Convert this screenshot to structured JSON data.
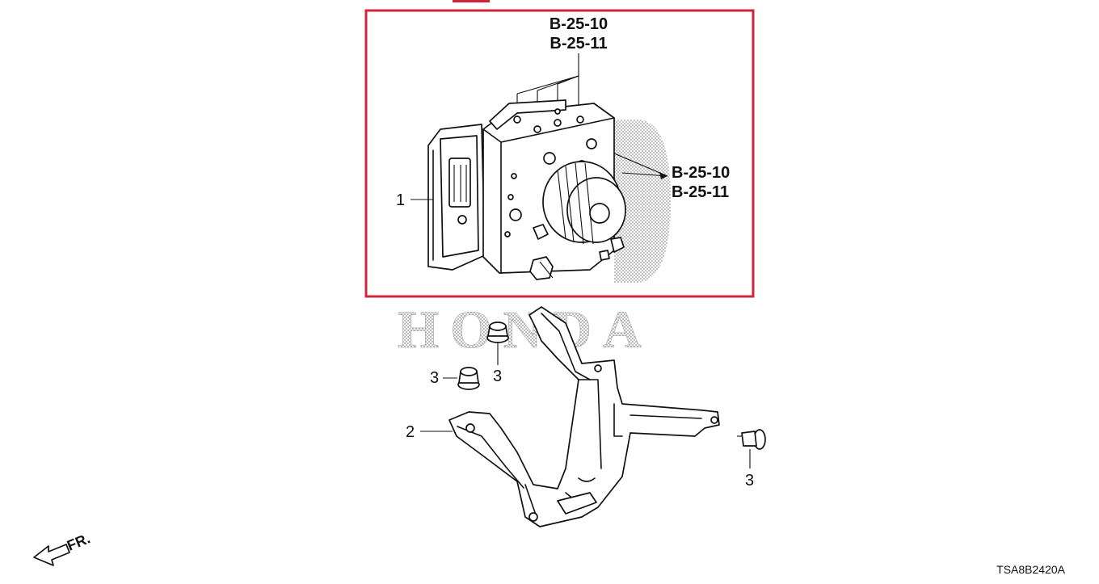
{
  "diagram": {
    "watermark": "HONDA",
    "highlight_color": "#d0243a",
    "ref_top": [
      "B-25-10",
      "B-25-11"
    ],
    "ref_right": [
      "B-25-10",
      "B-25-11"
    ],
    "callouts": {
      "modulator": "1",
      "bracket": "2",
      "bolt_a": "3",
      "bolt_b": "3",
      "bolt_c": "3"
    },
    "direction_label": "FR.",
    "diagram_code": "TSA8B2420A"
  }
}
